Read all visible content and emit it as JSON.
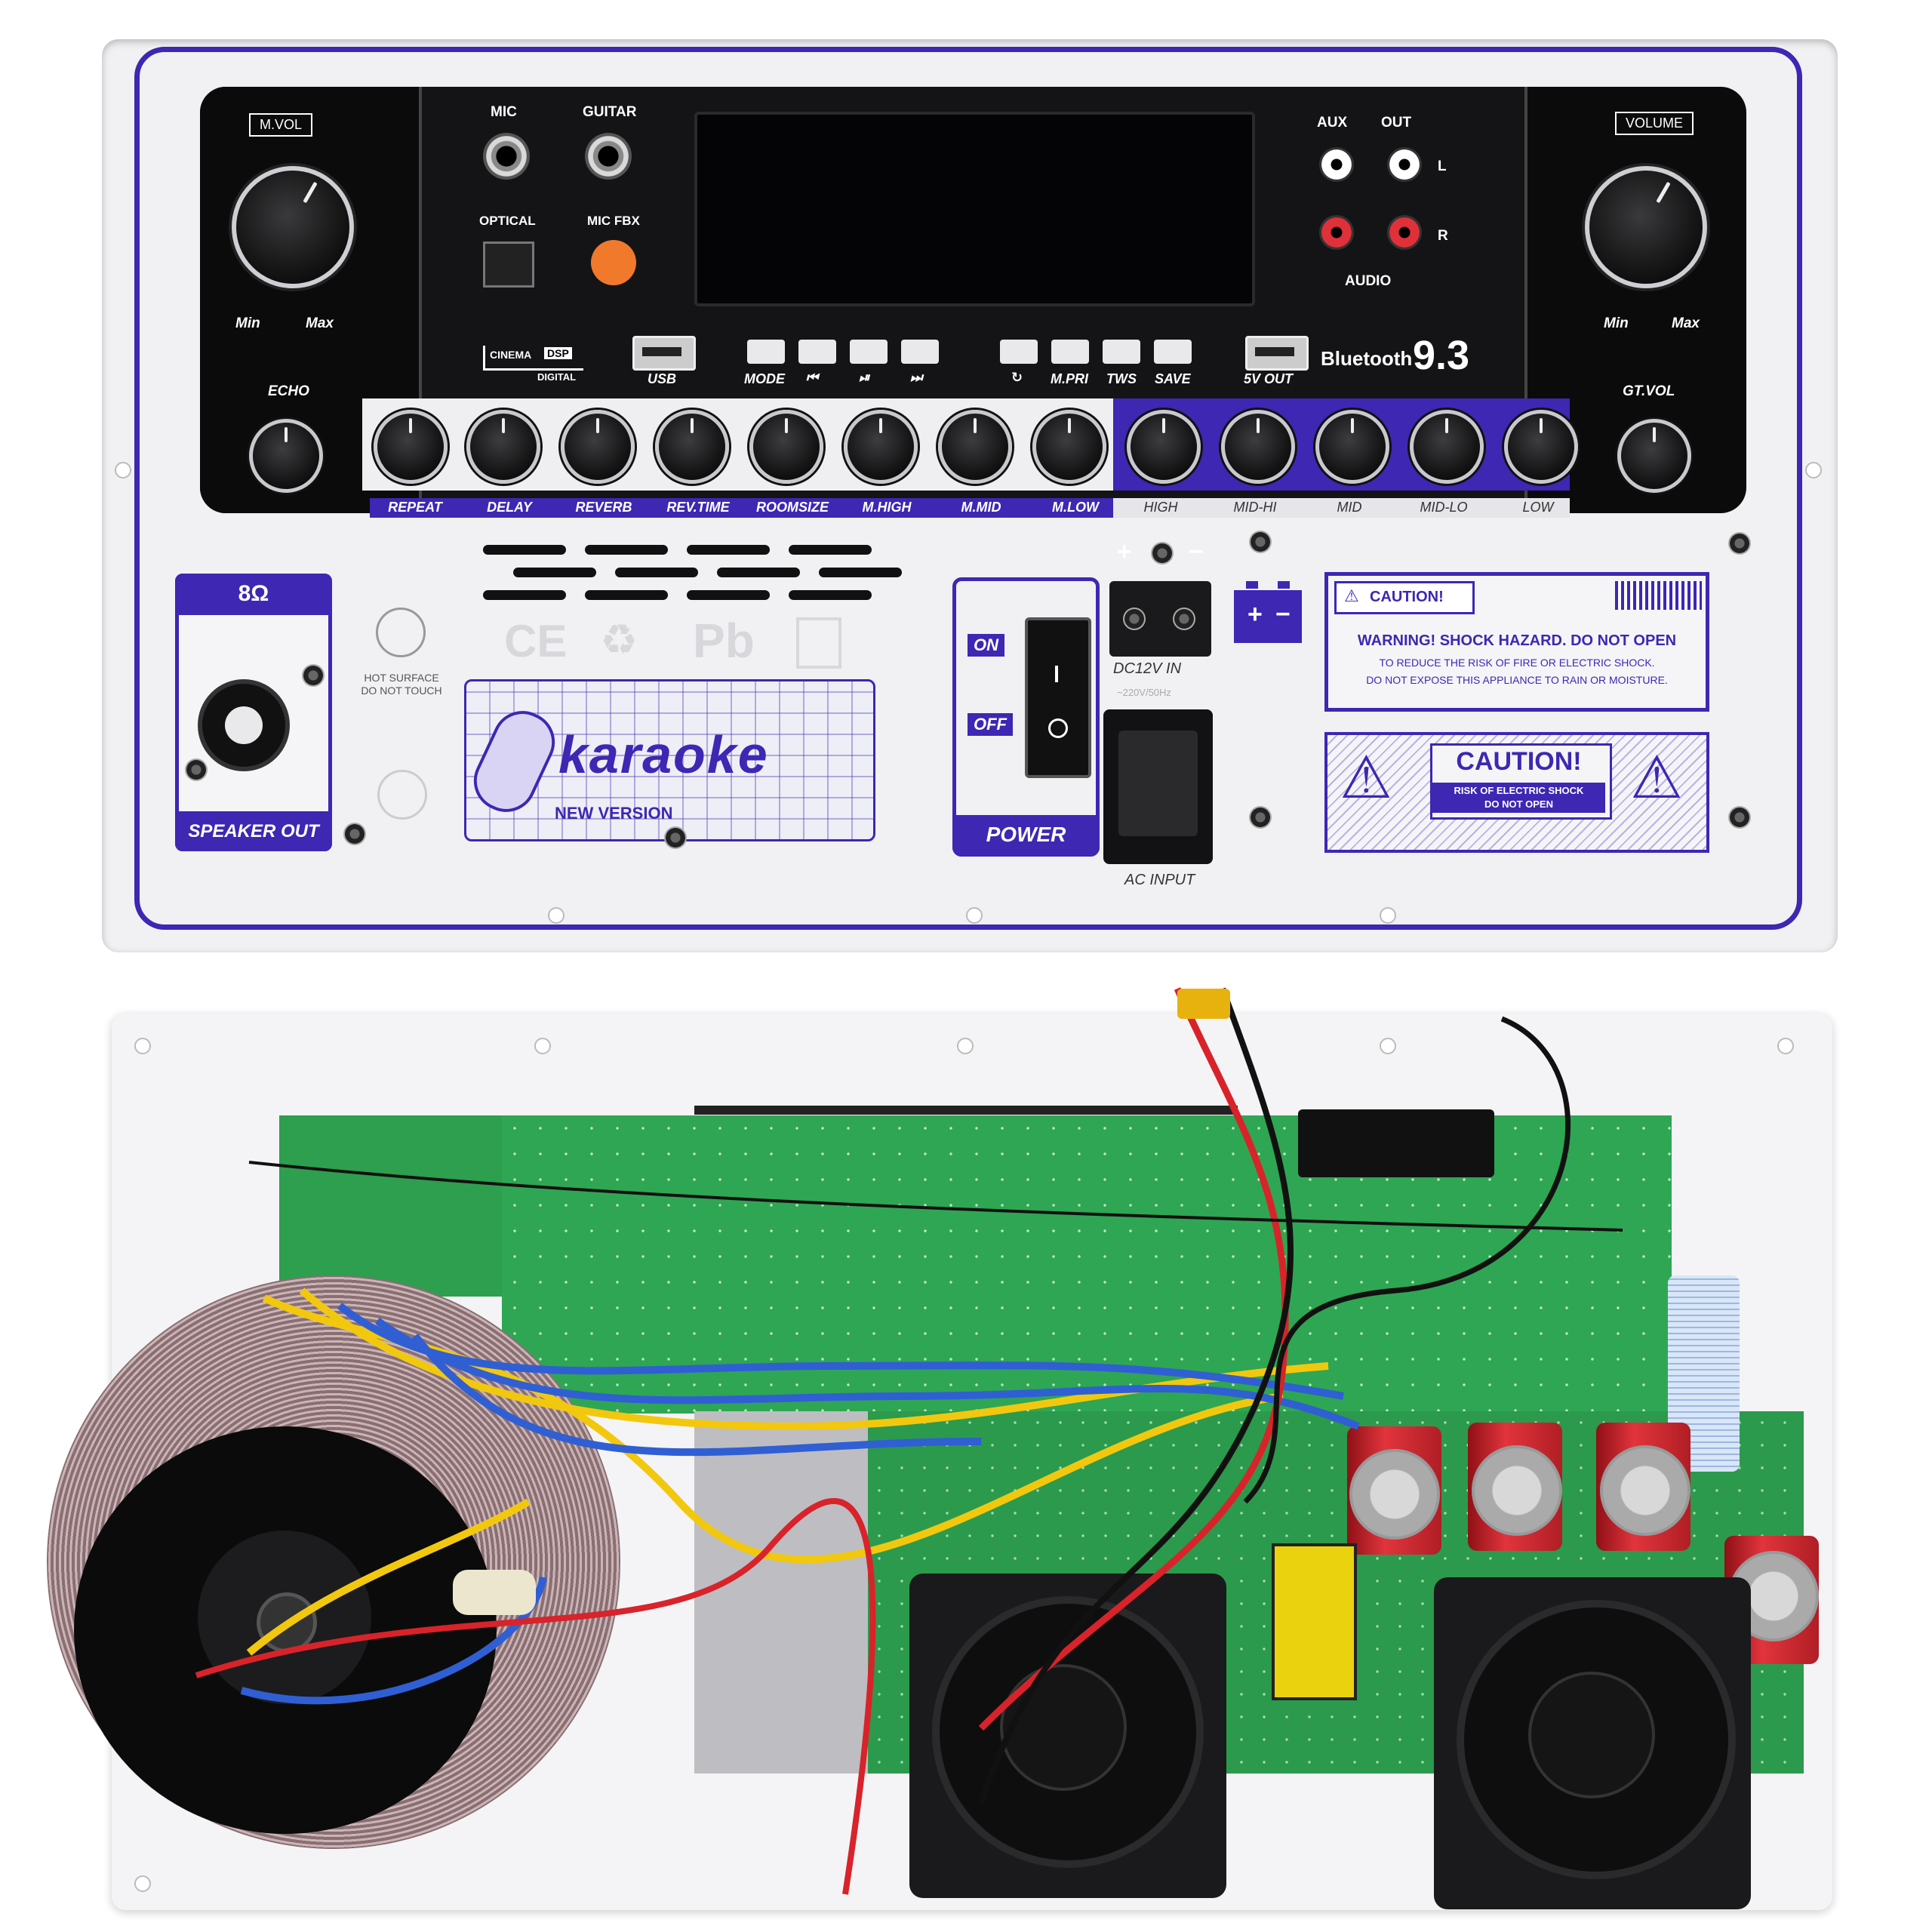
{
  "front": {
    "left_box_label": "M.VOL",
    "left_min": "Min",
    "left_max": "Max",
    "echo_label": "ECHO",
    "mic_label": "MIC",
    "guitar_label": "GUITAR",
    "optical_label": "OPTICAL",
    "mic_fbx_label": "MIC FBX",
    "aux_label": "AUX",
    "out_label": "OUT",
    "l_label": "L",
    "r_label": "R",
    "audio_label": "AUDIO",
    "right_box_label": "VOLUME",
    "right_min": "Min",
    "right_max": "Max",
    "gtvol_label": "GT.VOL",
    "cinema": "CINEMA",
    "dsp": "DSP",
    "digital": "DIGITAL",
    "usb_label": "USB",
    "buttons": [
      "MODE",
      "⏮",
      "⏯",
      "⏭",
      "↻",
      "M.PRI",
      "TWS",
      "SAVE"
    ],
    "fivev_out": "5V OUT",
    "bluetooth": "Bluetooth",
    "bt_version": "9.3",
    "effect_knobs": [
      "REPEAT",
      "DELAY",
      "REVERB",
      "REV.TIME",
      "ROOMSIZE",
      "M.HIGH",
      "M.MID",
      "M.LOW"
    ],
    "eq_knobs": [
      "HIGH",
      "MID-HI",
      "MID",
      "MID-LO",
      "LOW"
    ],
    "speaker_ohm": "8Ω",
    "speaker_out": "SPEAKER OUT",
    "hot_surface": "HOT SURFACE",
    "do_not_touch": "DO NOT TOUCH",
    "ce": "CE",
    "pb": "Pb",
    "karaoke": "karaoke",
    "new_version": "NEW VERSION",
    "on": "ON",
    "off": "OFF",
    "power": "POWER",
    "dc_in": "DC12V IN",
    "ac_rating": "~220V/50Hz",
    "ac_input": "AC INPUT",
    "plus": "+",
    "minus": "−",
    "caution_small": "CAUTION!",
    "warning_main": "WARNING! SHOCK HAZARD. DO NOT OPEN",
    "warning_line2": "TO REDUCE THE RISK OF FIRE OR ELECTRIC SHOCK.",
    "warning_line3": "DO NOT EXPOSE THIS APPLIANCE TO RAIN OR MOISTURE.",
    "caution_big": "CAUTION!",
    "risk_line1": "RISK OF ELECTRIC SHOCK",
    "risk_line2": "DO NOT OPEN"
  },
  "colors": {
    "brand_purple": "#3d27b3",
    "panel": "#f1f1f3",
    "pcb_green": "#2fa653"
  },
  "icons": {
    "warning": "warning-triangle-icon",
    "bolt": "lightning-bolt-icon",
    "recycle": "recycle-icon"
  }
}
